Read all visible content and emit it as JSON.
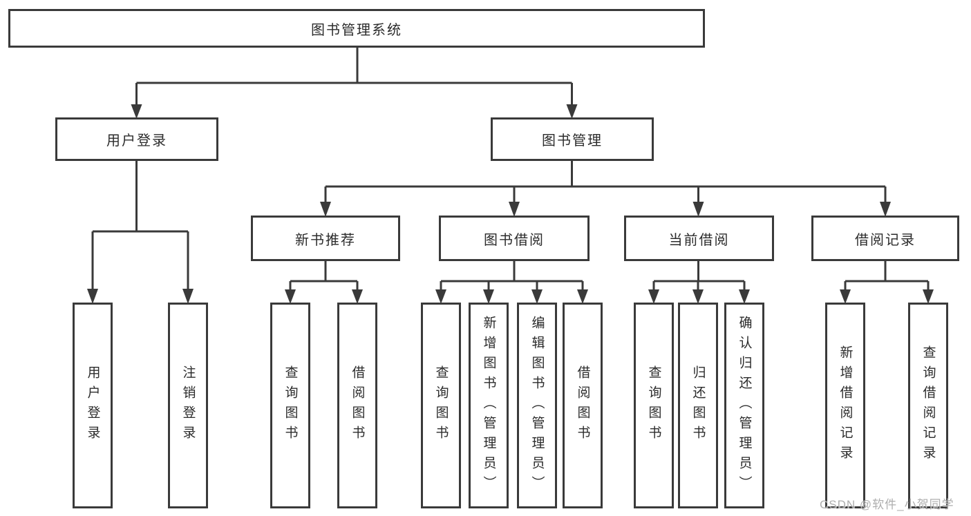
{
  "page": {
    "background": "#ffffff"
  },
  "colors": {
    "line": "#3a3a3a",
    "box_border": "#3a3a3a",
    "text": "#2b2b2b",
    "watermark": "#a7a7a7"
  },
  "watermark": {
    "text": "CSDN @软件_小贺同学"
  },
  "tree": {
    "root": {
      "label": "图书管理系统"
    },
    "branches": [
      {
        "label": "用户登录",
        "leaves": [
          {
            "label": "用户登录"
          },
          {
            "label": "注销登录"
          }
        ]
      },
      {
        "label": "图书管理",
        "sections": [
          {
            "label": "新书推荐",
            "leaves": [
              {
                "label": "查询图书"
              },
              {
                "label": "借阅图书"
              }
            ]
          },
          {
            "label": "图书借阅",
            "leaves": [
              {
                "label": "查询图书"
              },
              {
                "label": "新增图书（管理员）"
              },
              {
                "label": "编辑图书（管理员）"
              },
              {
                "label": "借阅图书"
              }
            ]
          },
          {
            "label": "当前借阅",
            "leaves": [
              {
                "label": "查询图书"
              },
              {
                "label": "归还图书"
              },
              {
                "label": "确认归还（管理员）"
              }
            ]
          },
          {
            "label": "借阅记录",
            "leaves": [
              {
                "label": "新增借阅记录"
              },
              {
                "label": "查询借阅记录"
              }
            ]
          }
        ]
      }
    ]
  }
}
